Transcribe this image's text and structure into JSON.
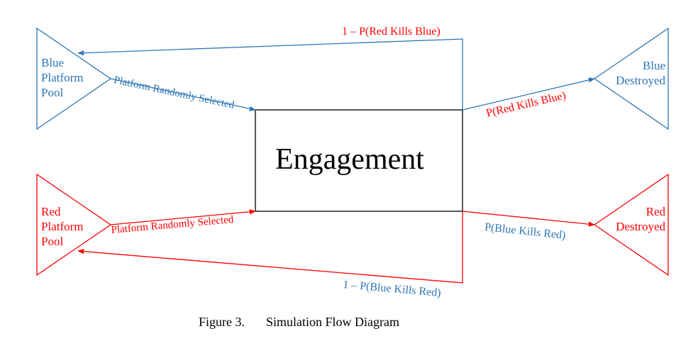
{
  "colors": {
    "blue": "#2E75B6",
    "red": "#FF0000",
    "black": "#000000"
  },
  "center": {
    "label": "Engagement"
  },
  "blue_pool": {
    "lines": [
      "Blue",
      "Platform",
      "Pool"
    ]
  },
  "red_pool": {
    "lines": [
      "Red",
      "Platform",
      "Pool"
    ]
  },
  "blue_destroyed": {
    "lines": [
      "Blue",
      "Destroyed"
    ]
  },
  "red_destroyed": {
    "lines": [
      "Red",
      "Destroyed"
    ]
  },
  "edges": {
    "blue_selected": "Platform Randomly Selected",
    "red_selected": "Platform Randomly Selected",
    "red_kills_blue": "P(Red Kills Blue)",
    "not_red_kills_blue": "1 – P(Red Kills Blue)",
    "blue_kills_red": "P(Blue Kills Red)",
    "not_blue_kills_red": "1 – P(Blue Kills Red)"
  },
  "caption": {
    "figure": "Figure 3.",
    "title": "Simulation Flow Diagram"
  }
}
